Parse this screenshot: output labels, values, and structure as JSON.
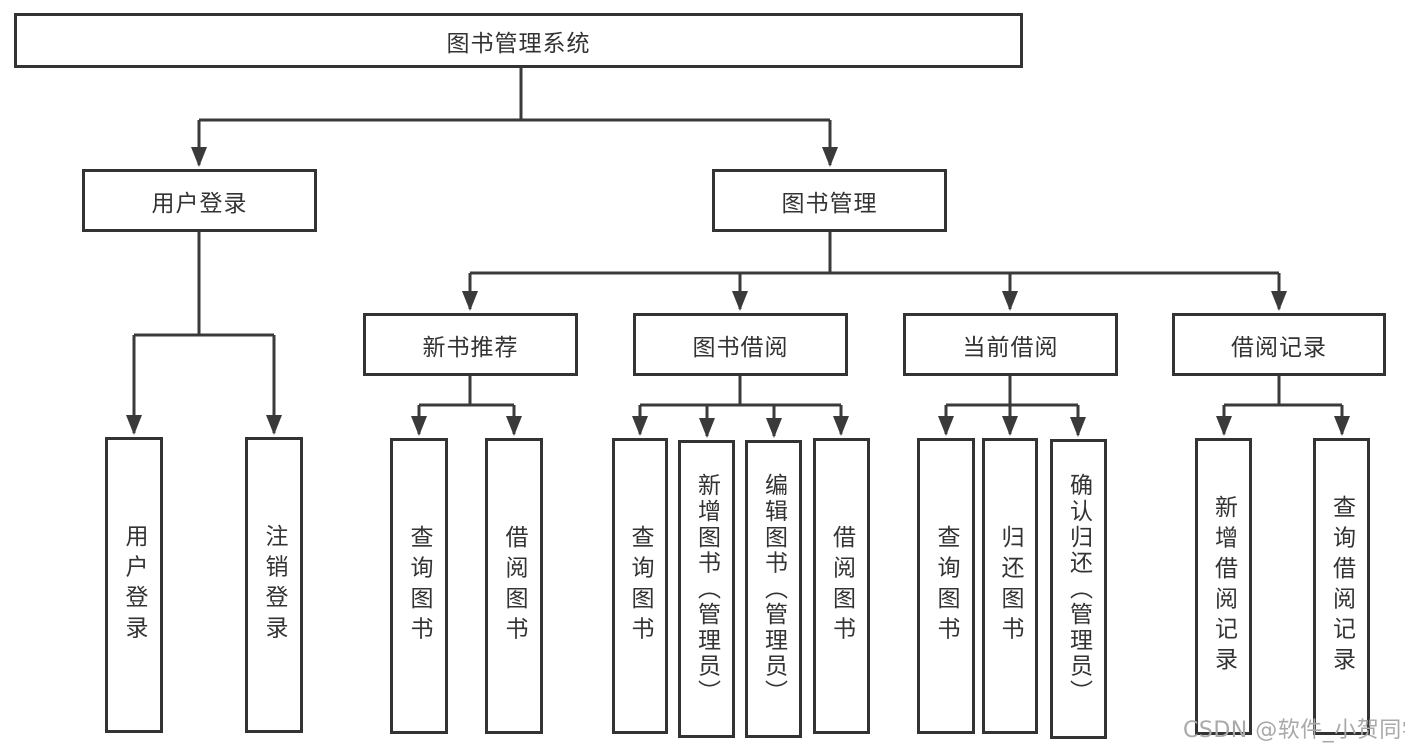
{
  "diagram": {
    "type": "hierarchy-tree",
    "language": "zh-CN",
    "colors": {
      "background": "#ffffff",
      "box_border": "#333333",
      "line": "#3a3a3a",
      "text": "#333333",
      "watermark": "#a9a9a9"
    }
  },
  "nodes": {
    "root": {
      "label": "图书管理系统"
    },
    "userLogin": {
      "label": "用户登录"
    },
    "bookManagement": {
      "label": "图书管理"
    },
    "newBookRecommend": {
      "label": "新书推荐"
    },
    "bookBorrowing": {
      "label": "图书借阅"
    },
    "currentBorrowing": {
      "label": "当前借阅"
    },
    "borrowingRecords": {
      "label": "借阅记录"
    },
    "leafUserLogin": {
      "label": "用户登录"
    },
    "leafLogout": {
      "label": "注销登录"
    },
    "leafQueryBooks1": {
      "label": "查询图书"
    },
    "leafBorrowBooks1": {
      "label": "借阅图书"
    },
    "leafQueryBooks2": {
      "label": "查询图书"
    },
    "leafAddBooksAdmin": {
      "label": "新增图书（管理员）"
    },
    "leafEditBooksAdmin": {
      "label": "编辑图书（管理员）"
    },
    "leafBorrowBooks2": {
      "label": "借阅图书"
    },
    "leafQueryBooks3": {
      "label": "查询图书"
    },
    "leafReturnBooks": {
      "label": "归还图书"
    },
    "leafConfirmReturnAdmin": {
      "label": "确认归还（管理员）"
    },
    "leafAddBorrowRecord": {
      "label": "新增借阅记录"
    },
    "leafQueryBorrowRecord": {
      "label": "查询借阅记录"
    }
  },
  "hierarchy": {
    "图书管理系统": {
      "用户登录": [
        "用户登录",
        "注销登录"
      ],
      "图书管理": {
        "新书推荐": [
          "查询图书",
          "借阅图书"
        ],
        "图书借阅": [
          "查询图书",
          "新增图书（管理员）",
          "编辑图书（管理员）",
          "借阅图书"
        ],
        "当前借阅": [
          "查询图书",
          "归还图书",
          "确认归还（管理员）"
        ],
        "借阅记录": [
          "新增借阅记录",
          "查询借阅记录"
        ]
      }
    }
  },
  "watermark": {
    "text": "CSDN @软件_小贺同学"
  }
}
